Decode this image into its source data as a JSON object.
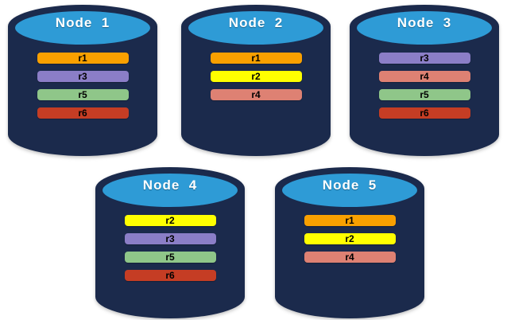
{
  "diagram": {
    "description": "Five database nodes with replica placement",
    "colors": {
      "cylinder_body": "#1B2A4C",
      "cylinder_top": "#2E9BD6",
      "node_label_text": "#FFFFFF",
      "bar_label_text": "#000000",
      "background": "#FFFFFF"
    },
    "replica_colors": {
      "r1": "#F9A000",
      "r2": "#FFFF00",
      "r3": "#8B7EC7",
      "r4": "#DE8173",
      "r5": "#8FC689",
      "r6": "#C53D24"
    },
    "nodes": [
      {
        "label": "Node  1",
        "replicas": [
          "r1",
          "r3",
          "r5",
          "r6"
        ]
      },
      {
        "label": "Node  2",
        "replicas": [
          "r1",
          "r2",
          "r4"
        ]
      },
      {
        "label": "Node  3",
        "replicas": [
          "r3",
          "r4",
          "r5",
          "r6"
        ]
      },
      {
        "label": "Node  4",
        "replicas": [
          "r2",
          "r3",
          "r5",
          "r6"
        ]
      },
      {
        "label": "Node  5",
        "replicas": [
          "r1",
          "r2",
          "r4"
        ]
      }
    ]
  }
}
